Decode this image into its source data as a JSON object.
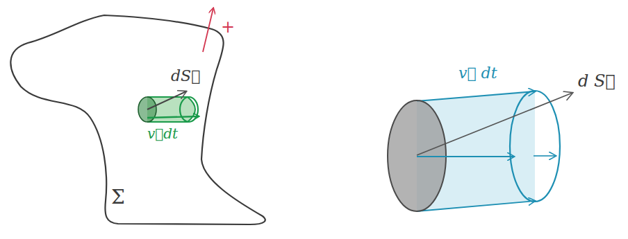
{
  "diagram": {
    "labels": [
      "+",
      "dS⃗",
      "v⃗dt",
      "Σ",
      "v⃗ dt",
      "d S⃗"
    ]
  }
}
